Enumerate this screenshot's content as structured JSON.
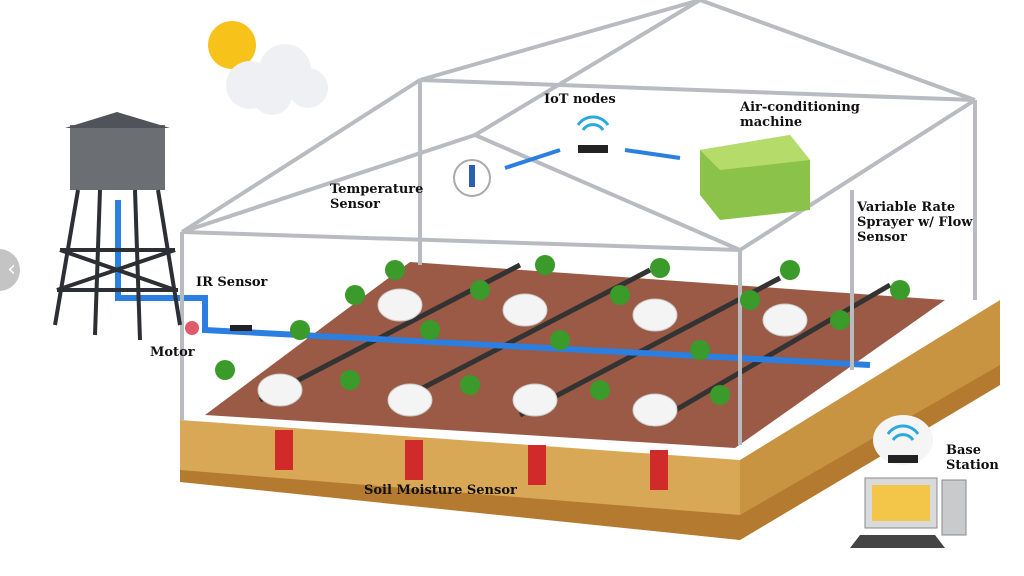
{
  "labels": {
    "iot_nodes": "IoT nodes",
    "air_conditioning": "Air-conditioning machine",
    "temperature_sensor": "Temperature Sensor",
    "sprayer": "Variable Rate Sprayer w/ Flow Sensor",
    "ir_sensor": "IR Sensor",
    "motor": "Motor",
    "soil_moisture_sensor": "Soil Moisture Sensor",
    "base_station": "Base Station"
  },
  "carousel": {
    "prev_icon": "chevron-left-icon",
    "prev_glyph": "‹"
  },
  "colors": {
    "soil_top": "#9a5a45",
    "soil_side": "#d9a857",
    "frame": "#b8bcc0",
    "water": "#2a7fe0",
    "plant": "#3a9a2a"
  }
}
